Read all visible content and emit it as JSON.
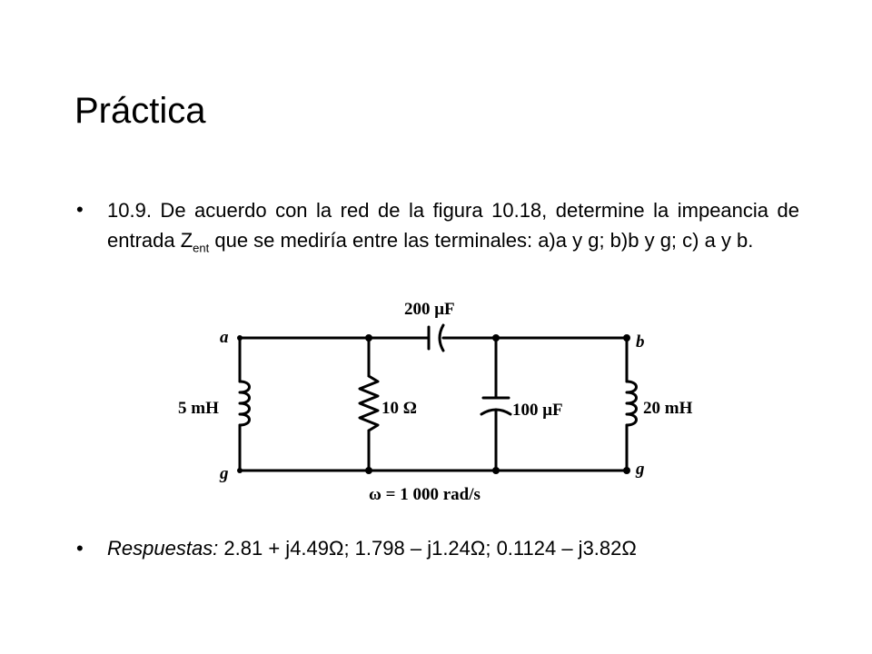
{
  "slide": {
    "title": "Práctica",
    "bullet_char": "•",
    "problem": {
      "text_before_sub": "10.9. De acuerdo con la red de la figura 10.18, determine la impeancia de entrada Z",
      "subscript": "ent",
      "text_after_sub": " que se mediría entre las terminales: a)a y g; b)b y g; c) a y b."
    },
    "answers": {
      "label": "Respuestas:",
      "values": " 2.81 + j4.49Ω; 1.798 – j1.24Ω; 0.1124 – j3.82Ω"
    }
  },
  "circuit": {
    "node_a": "a",
    "node_b": "b",
    "node_g_left": "g",
    "node_g_right": "g",
    "capacitor_top": "200 μF",
    "inductor_left": "5 mH",
    "resistor": "10 Ω",
    "capacitor_mid": "100 μF",
    "inductor_right": "20 mH",
    "omega": "ω = 1 000 rad/s"
  }
}
